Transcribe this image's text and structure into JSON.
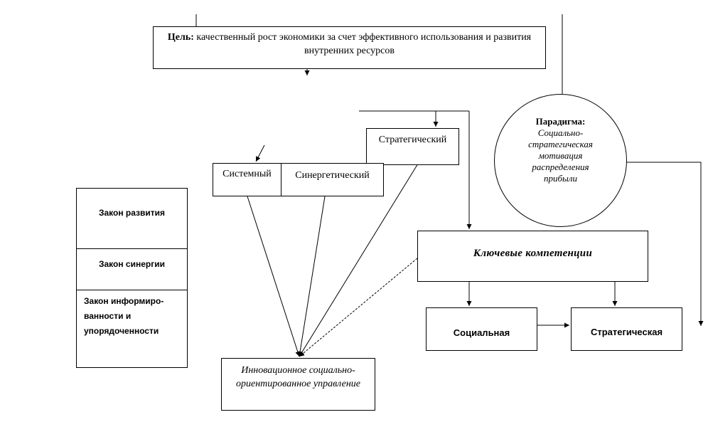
{
  "goal": {
    "label": "Цель:",
    "text": " качественный рост экономики за счет эффективного использования и развития внутренних ресурсов"
  },
  "paradigm": {
    "heading": "Парадигма:",
    "text": "Социально-стратегическая мотивация распределения прибыли"
  },
  "approaches": {
    "strategic": "Стратегический",
    "systemic": "Системный",
    "synergetic": "Синергетический"
  },
  "laws": {
    "development": "Закон развития",
    "synergy": "Закон синергии",
    "information": "Закон информиро-ванности  и упорядоченности"
  },
  "competencies": {
    "key": "Ключевые компетенции",
    "social": "Социальная",
    "strategic": "Стратегическая"
  },
  "result": {
    "innovation": "Инновационное социально-ориентированное управление"
  }
}
